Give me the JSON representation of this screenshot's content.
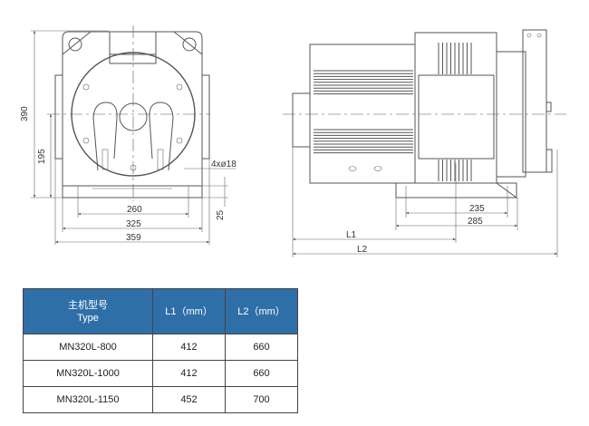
{
  "front_view": {
    "dim_height": "390",
    "dim_center_height": "195",
    "dim_holes": "4xø18",
    "dim_base_thickness": "25",
    "dim_hole_spacing": "260",
    "dim_base_inner": "325",
    "dim_base_outer": "359"
  },
  "side_view": {
    "dim_foot_holes": "235",
    "dim_foot_width": "285",
    "dim_l1": "L1",
    "dim_l2": "L2"
  },
  "table": {
    "header_type_cn": "主机型号",
    "header_type_en": "Type",
    "header_l1": "L1（mm）",
    "header_l2": "L2（mm）",
    "header_color": "#2f6fa8",
    "rows": [
      {
        "type": "MN320L-800",
        "l1": "412",
        "l2": "660"
      },
      {
        "type": "MN320L-1000",
        "l1": "412",
        "l2": "660"
      },
      {
        "type": "MN320L-1150",
        "l1": "452",
        "l2": "700"
      }
    ]
  }
}
